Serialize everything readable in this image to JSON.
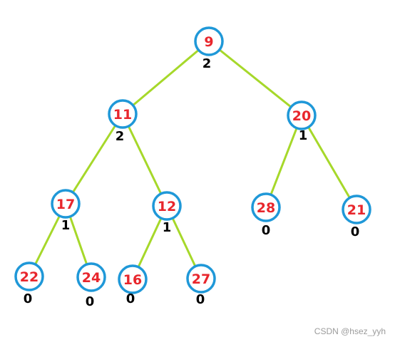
{
  "tree": {
    "nodes": [
      {
        "id": "n9",
        "value": "9",
        "label": "2",
        "parent": null
      },
      {
        "id": "n11",
        "value": "11",
        "label": "2",
        "parent": "n9"
      },
      {
        "id": "n20",
        "value": "20",
        "label": "1",
        "parent": "n9"
      },
      {
        "id": "n17",
        "value": "17",
        "label": "1",
        "parent": "n11"
      },
      {
        "id": "n12",
        "value": "12",
        "label": "1",
        "parent": "n11"
      },
      {
        "id": "n28",
        "value": "28",
        "label": "0",
        "parent": "n20"
      },
      {
        "id": "n21",
        "value": "21",
        "label": "0",
        "parent": "n20"
      },
      {
        "id": "n22",
        "value": "22",
        "label": "0",
        "parent": "n17"
      },
      {
        "id": "n24",
        "value": "24",
        "label": "0",
        "parent": "n17"
      },
      {
        "id": "n16",
        "value": "16",
        "label": "0",
        "parent": "n12"
      },
      {
        "id": "n27",
        "value": "27",
        "label": "0",
        "parent": "n12"
      }
    ],
    "colors": {
      "edge": "#a6d82a",
      "node_border": "#1f98d8",
      "node_value": "#e8262c",
      "node_label": "#000000"
    }
  },
  "watermark": "CSDN @hsez_yyh"
}
